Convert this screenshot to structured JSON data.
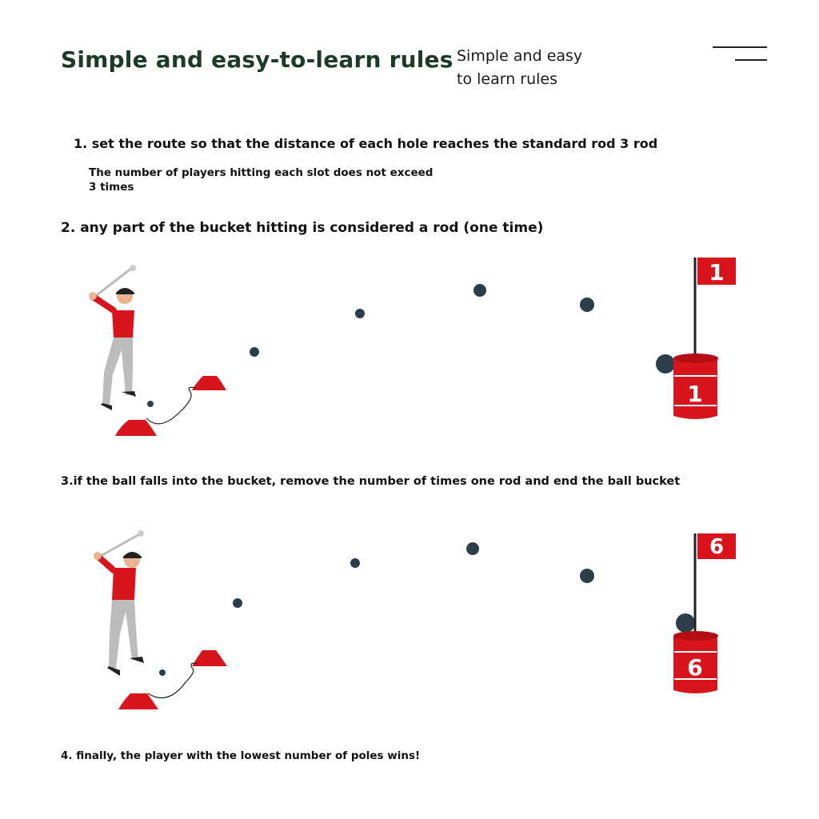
{
  "header": {
    "title": "Simple and easy-to-learn rules",
    "subtitle_line1": "Simple and easy",
    "subtitle_line2": "to learn rules"
  },
  "rules": {
    "rule1": "1. set the route so that the distance of each hole reaches the standard rod 3 rod",
    "rule1_note_line1": "The number of players hitting each slot does not exceed",
    "rule1_note_line2": "3 times",
    "rule2": "2. any part of the bucket hitting is considered a rod (one time)",
    "rule3": "3.if the ball falls into the bucket, remove the number of times one rod and end the ball bucket",
    "rule4": "4. finally, the player with the lowest number of poles wins!"
  },
  "scene1": {
    "flag_number": "1",
    "bucket_number": "1"
  },
  "scene2": {
    "flag_number": "6",
    "bucket_number": "6"
  },
  "colors": {
    "accent_red": "#d8141c",
    "ball": "#2c3e4a",
    "title_green": "#1c3a28"
  }
}
